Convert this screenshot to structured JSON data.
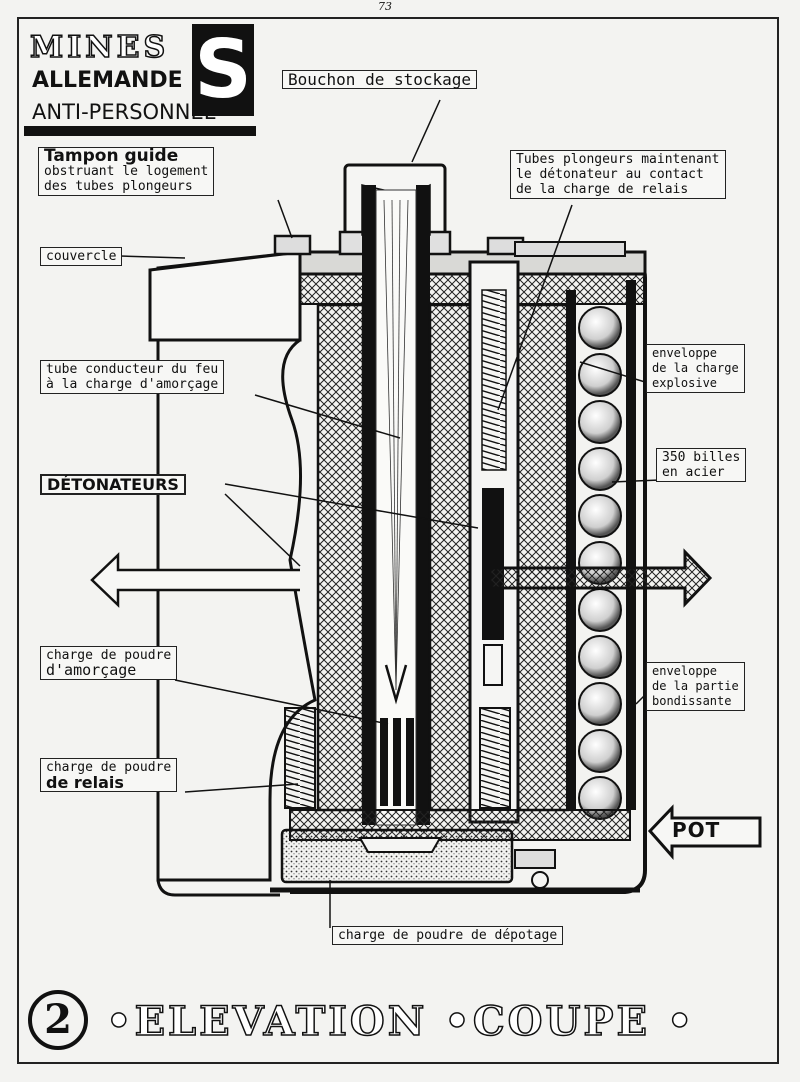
{
  "page_number": "73",
  "title": {
    "line1": "MINES",
    "line2": "ALLEMANDE",
    "line3": "ANTI-PERSONNEL",
    "big_letter": "S"
  },
  "labels": {
    "bouchon": "Bouchon de stockage",
    "tampon_title": "Tampon guide",
    "tampon_line1": "obstruant le logement",
    "tampon_line2": "des tubes plongeurs",
    "tubes_line1": "Tubes plongeurs maintenant",
    "tubes_line2": "le détonateur au contact",
    "tubes_line3": "de la charge de relais",
    "couvercle": "couvercle",
    "tube_conducteur_line1": "tube conducteur du feu",
    "tube_conducteur_line2": "à la charge d'amorçage",
    "detonateurs": "DÉTONATEURS",
    "enveloppe_charge_line1": "enveloppe",
    "enveloppe_charge_line2": "de la charge",
    "enveloppe_charge_line3": "explosive",
    "billes_line1": "350 billes",
    "billes_line2": "en acier",
    "charge_amorcage_line1": "charge de poudre",
    "charge_amorcage_line2": "d'amorçage",
    "enveloppe_partie_line1": "enveloppe",
    "enveloppe_partie_line2": "de la partie",
    "enveloppe_partie_line3": "bondissante",
    "charge_relais_line1": "charge de poudre",
    "charge_relais_line2": "de relais",
    "pot": "POT",
    "charge_depotage": "charge de poudre de dépotage"
  },
  "caption": {
    "number": "2",
    "text": "•ELEVATION •COUPE •"
  },
  "colors": {
    "ink": "#111111",
    "paper": "#f3f3f1"
  }
}
